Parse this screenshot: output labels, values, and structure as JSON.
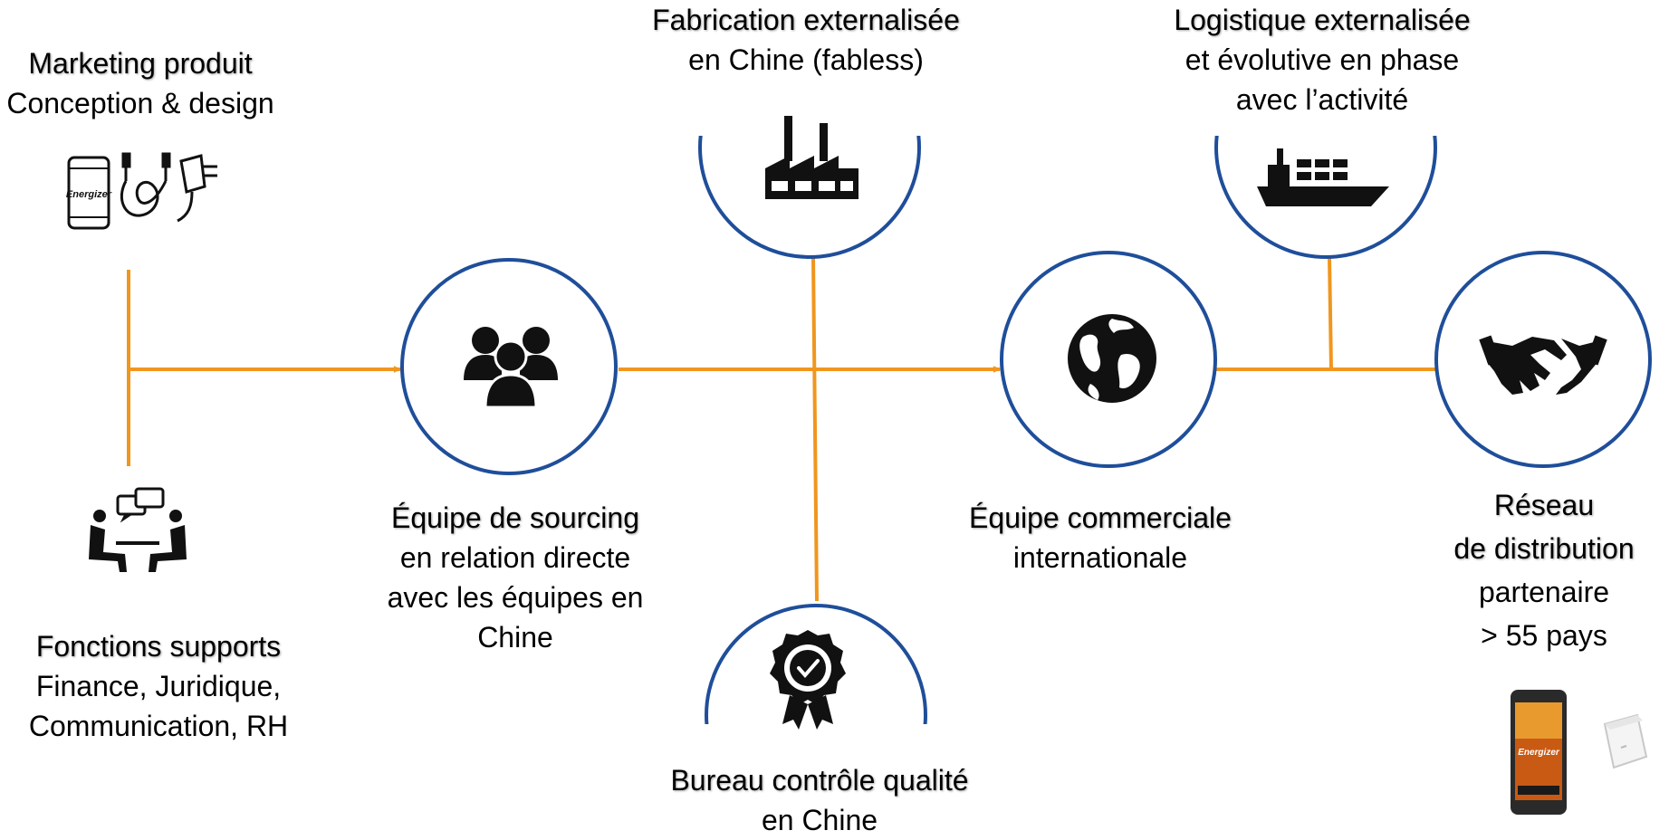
{
  "nodes": {
    "marketing": {
      "title": "Marketing produit",
      "lines": [
        "Conception & design"
      ],
      "brand": "Energizer"
    },
    "support": {
      "title": "Fonctions supports",
      "lines": [
        "Finance, Juridique,",
        "Communication, RH"
      ]
    },
    "sourcing": {
      "title": "Équipe de sourcing",
      "lines": [
        "en relation directe",
        "avec les équipes en",
        "Chine"
      ]
    },
    "fabrication": {
      "title": "Fabrication externalisée",
      "lines": [
        "en Chine (fabless)"
      ]
    },
    "qualite": {
      "title": "Bureau contrôle qualité",
      "lines": [
        "en Chine"
      ]
    },
    "commerciale": {
      "title": "Équipe commerciale",
      "lines": [
        "internationale"
      ]
    },
    "logistique": {
      "title": "Logistique externalisée",
      "lines": [
        "et évolutive en phase",
        "avec l’activité"
      ]
    },
    "reseau": {
      "title_lines": [
        "Réseau",
        "de distribution"
      ],
      "lines": [
        "partenaire",
        "> 55 pays"
      ],
      "brand": "Energizer"
    }
  },
  "colors": {
    "flow_line": "#F0961E",
    "circle_stroke": "#1F4E9A",
    "icon": "#111111"
  },
  "icons": [
    "phone-icon",
    "cable-icon",
    "charger-icon",
    "meeting-icon",
    "people-group-icon",
    "factory-icon",
    "quality-badge-icon",
    "globe-icon",
    "cargo-ship-icon",
    "handshake-icon",
    "smartphone-product-image",
    "power-adapter-product-image"
  ]
}
